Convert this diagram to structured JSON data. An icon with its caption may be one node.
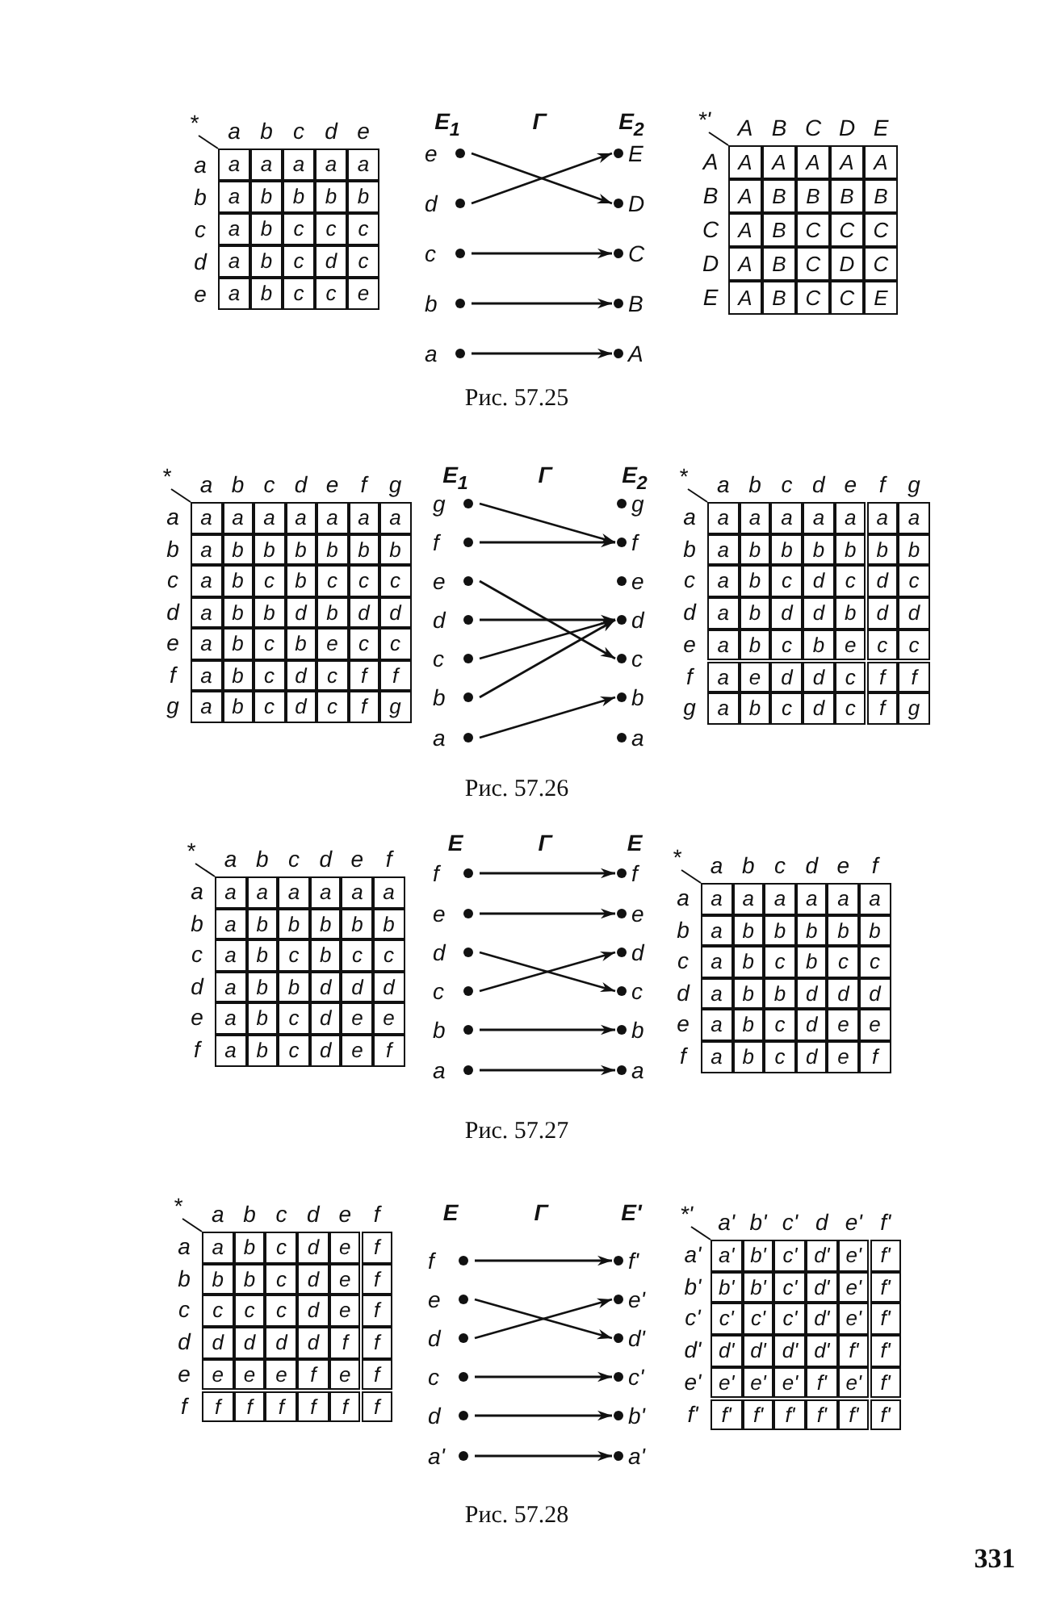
{
  "diagram": {
    "nodes": [
      {
        "text": [
          "e"
        ]
      },
      {
        "text": [
          "d"
        ]
      },
      {
        "text": [
          "c"
        ]
      },
      {
        "text": [
          "b"
        ]
      },
      {
        "text": [
          "a"
        ]
      },
      {
        "text": [
          "E"
        ]
      },
      {
        "text": [
          "D"
        ]
      },
      {
        "text": [
          "C"
        ]
      },
      {
        "text": [
          "B"
        ]
      },
      {
        "text": [
          "A"
        ]
      },
      {
        "text": [
          "g"
        ]
      },
      {
        "text": [
          "f"
        ]
      },
      {
        "text": [
          "e"
        ]
      },
      {
        "text": [
          "d"
        ]
      },
      {
        "text": [
          "c"
        ]
      },
      {
        "text": [
          "b"
        ]
      },
      {
        "text": [
          "a"
        ]
      },
      {
        "text": [
          "g"
        ]
      },
      {
        "text": [
          "f"
        ]
      },
      {
        "text": [
          "e"
        ]
      },
      {
        "text": [
          "d"
        ]
      },
      {
        "text": [
          "c"
        ]
      },
      {
        "text": [
          "b"
        ]
      },
      {
        "text": [
          "a"
        ]
      },
      {
        "text": [
          "f"
        ]
      },
      {
        "text": [
          "e"
        ]
      },
      {
        "text": [
          "d"
        ]
      },
      {
        "text": [
          "c"
        ]
      },
      {
        "text": [
          "b"
        ]
      },
      {
        "text": [
          "a"
        ]
      },
      {
        "text": [
          "f"
        ]
      },
      {
        "text": [
          "e"
        ]
      },
      {
        "text": [
          "d"
        ]
      },
      {
        "text": [
          "c"
        ]
      },
      {
        "text": [
          "b"
        ]
      },
      {
        "text": [
          "a"
        ]
      },
      {
        "text": [
          "f"
        ]
      },
      {
        "text": [
          "e"
        ]
      },
      {
        "text": [
          "d"
        ]
      },
      {
        "text": [
          "c"
        ]
      },
      {
        "text": [
          "d"
        ]
      },
      {
        "text": [
          "a'"
        ]
      },
      {
        "text": [
          "f'"
        ]
      },
      {
        "text": [
          "e'"
        ]
      },
      {
        "text": [
          "d'"
        ]
      },
      {
        "text": [
          "c'"
        ]
      },
      {
        "text": [
          "b'"
        ]
      },
      {
        "text": [
          "a'"
        ]
      }
    ],
    "edges": [
      {
        "from": 0,
        "to": 6,
        "arrow": "to"
      },
      {
        "from": 1,
        "to": 5,
        "arrow": "to"
      },
      {
        "from": 2,
        "to": 7,
        "arrow": "to"
      },
      {
        "from": 3,
        "to": 8,
        "arrow": "to"
      },
      {
        "from": 4,
        "to": 9,
        "arrow": "to"
      },
      {
        "from": 10,
        "to": 18,
        "arrow": "to"
      },
      {
        "from": 11,
        "to": 18,
        "arrow": "to"
      },
      {
        "from": 12,
        "to": 21,
        "arrow": "to"
      },
      {
        "from": 13,
        "to": 20,
        "arrow": "to"
      },
      {
        "from": 14,
        "to": 20,
        "arrow": "to"
      },
      {
        "from": 15,
        "to": 20,
        "arrow": "to"
      },
      {
        "from": 16,
        "to": 22,
        "arrow": "to"
      },
      {
        "from": 24,
        "to": 30,
        "arrow": "to"
      },
      {
        "from": 25,
        "to": 31,
        "arrow": "to"
      },
      {
        "from": 26,
        "to": 33,
        "arrow": "to"
      },
      {
        "from": 27,
        "to": 32,
        "arrow": "to"
      },
      {
        "from": 28,
        "to": 34,
        "arrow": "to"
      },
      {
        "from": 29,
        "to": 35,
        "arrow": "to"
      },
      {
        "from": 36,
        "to": 42,
        "arrow": "to"
      },
      {
        "from": 37,
        "to": 44,
        "arrow": "to"
      },
      {
        "from": 38,
        "to": 43,
        "arrow": "to"
      },
      {
        "from": 39,
        "to": 45,
        "arrow": "to"
      },
      {
        "from": 40,
        "to": 46,
        "arrow": "to"
      },
      {
        "from": 41,
        "to": 47,
        "arrow": "to"
      }
    ],
    "labels": [
      "*",
      "a",
      "b",
      "c",
      "d",
      "e",
      "a",
      "a",
      "a",
      "a",
      "a",
      "a",
      "b",
      "a",
      "b",
      "b",
      "b",
      "b",
      "c",
      "a",
      "b",
      "c",
      "c",
      "c",
      "d",
      "a",
      "b",
      "c",
      "d",
      "c",
      "e",
      "a",
      "b",
      "c",
      "c",
      "e",
      "E$_{1}$",
      "Г",
      "E$_{2}$",
      "*'",
      "A",
      "B",
      "C",
      "D",
      "E",
      "A",
      "A",
      "A",
      "A",
      "A",
      "A",
      "B",
      "A",
      "B",
      "B",
      "B",
      "B",
      "C",
      "A",
      "B",
      "C",
      "C",
      "C",
      "D",
      "A",
      "B",
      "C",
      "D",
      "C",
      "E",
      "A",
      "B",
      "C",
      "C",
      "E",
      "Рис. 57.25",
      "*",
      "a",
      "b",
      "c",
      "d",
      "e",
      "f",
      "g",
      "a",
      "a",
      "a",
      "a",
      "a",
      "a",
      "a",
      "a",
      "b",
      "a",
      "b",
      "b",
      "b",
      "b",
      "b",
      "b",
      "c",
      "a",
      "b",
      "c",
      "b",
      "c",
      "c",
      "c",
      "d",
      "a",
      "b",
      "b",
      "d",
      "b",
      "d",
      "d",
      "e",
      "a",
      "b",
      "c",
      "b",
      "e",
      "c",
      "c",
      "f",
      "a",
      "b",
      "c",
      "d",
      "c",
      "f",
      "f",
      "g",
      "a",
      "b",
      "c",
      "d",
      "c",
      "f",
      "g",
      "E$_{1}$",
      "Г",
      "E$_{2}$",
      "*",
      "a",
      "b",
      "c",
      "d",
      "e",
      "f",
      "g",
      "a",
      "a",
      "a",
      "a",
      "a",
      "a",
      "a",
      "a",
      "b",
      "a",
      "b",
      "b",
      "b",
      "b",
      "b",
      "b",
      "c",
      "a",
      "b",
      "c",
      "d",
      "c",
      "d",
      "c",
      "d",
      "a",
      "b",
      "d",
      "d",
      "b",
      "d",
      "d",
      "e",
      "a",
      "b",
      "c",
      "b",
      "e",
      "c",
      "c",
      "f",
      "a",
      "e",
      "d",
      "d",
      "c",
      "f",
      "f",
      "g",
      "a",
      "b",
      "c",
      "d",
      "c",
      "f",
      "g",
      "Рис. 57.26",
      "*",
      "a",
      "b",
      "c",
      "d",
      "e",
      "f",
      "a",
      "a",
      "a",
      "a",
      "a",
      "a",
      "a",
      "b",
      "a",
      "b",
      "b",
      "b",
      "b",
      "b",
      "c",
      "a",
      "b",
      "c",
      "b",
      "c",
      "c",
      "d",
      "a",
      "b",
      "b",
      "d",
      "d",
      "d",
      "e",
      "a",
      "b",
      "c",
      "d",
      "e",
      "e",
      "f",
      "a",
      "b",
      "c",
      "d",
      "e",
      "f",
      "E",
      "Г",
      "E",
      "*",
      "a",
      "b",
      "c",
      "d",
      "e",
      "f",
      "a",
      "a",
      "a",
      "a",
      "a",
      "a",
      "a",
      "b",
      "a",
      "b",
      "b",
      "b",
      "b",
      "b",
      "c",
      "a",
      "b",
      "c",
      "b",
      "c",
      "c",
      "d",
      "a",
      "b",
      "b",
      "d",
      "d",
      "d",
      "e",
      "a",
      "b",
      "c",
      "d",
      "e",
      "e",
      "f",
      "a",
      "b",
      "c",
      "d",
      "e",
      "f",
      "Рис. 57.27",
      "*",
      "a",
      "b",
      "c",
      "d",
      "e",
      "f",
      "a",
      "a",
      "b",
      "c",
      "d",
      "e",
      "f",
      "b",
      "b",
      "b",
      "c",
      "d",
      "e",
      "f",
      "c",
      "c",
      "c",
      "c",
      "d",
      "e",
      "f",
      "d",
      "d",
      "d",
      "d",
      "d",
      "f",
      "f",
      "e",
      "e",
      "e",
      "e",
      "f",
      "e",
      "f",
      "f",
      "f",
      "f",
      "f",
      "f",
      "f",
      "f",
      "E",
      "Г",
      "E'",
      "*'",
      "a'",
      "b'",
      "c'",
      "d",
      "e'",
      "f'",
      "a'",
      "a'",
      "b'",
      "c'",
      "d'",
      "e'",
      "f'",
      "b'",
      "b'",
      "b'",
      "c'",
      "d'",
      "e'",
      "f'",
      "c'",
      "c'",
      "c'",
      "c'",
      "d'",
      "e'",
      "f'",
      "d'",
      "d'",
      "d'",
      "d'",
      "d'",
      "f'",
      "f'",
      "e'",
      "e'",
      "e'",
      "e'",
      "f'",
      "e'",
      "f'",
      "f'",
      "f'",
      "f'",
      "f'",
      "f'",
      "f'",
      "f'",
      "Рис. 57.28",
      "331"
    ]
  }
}
